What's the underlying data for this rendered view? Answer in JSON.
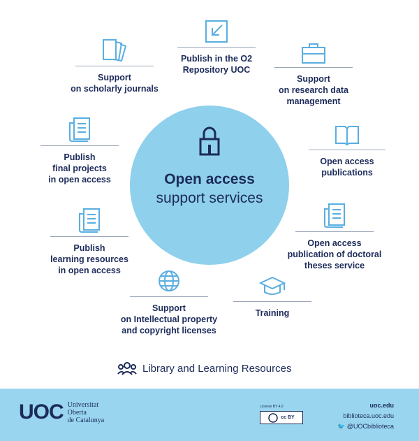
{
  "center": {
    "title": "Open access",
    "subtitle": "support services"
  },
  "services": {
    "publish_o2": "Publish in the O2\nRepository UOC",
    "research_data": "Support\non research data\nmanagement",
    "oa_publications": "Open access\npublications",
    "doctoral_theses": "Open access\npublication of doctoral\ntheses service",
    "training": "Training",
    "ip_licenses": "Support\non Intellectual property\nand copyright licenses",
    "learning_resources": "Publish\nlearning resources\nin open access",
    "final_projects": "Publish\nfinal projects\nin open access",
    "scholarly_journals": "Support\non scholarly journals"
  },
  "library_label": "Library and Learning Resources",
  "footer": {
    "logo_mark": "UOC",
    "logo_name": "Universitat\nOberta\nde Catalunya",
    "license_text": "License BY 4.0",
    "cc_badge": "cc BY",
    "site": "uoc.edu",
    "library_site": "biblioteca.uoc.edu",
    "twitter": "@UOCbiblioteca"
  },
  "colors": {
    "circle": "#8fd0ec",
    "footer": "#99d5ef",
    "icon": "#5aaee0",
    "text": "#1c2b5a"
  },
  "icons": [
    "arrow-in-box-icon",
    "briefcase-icon",
    "book-icon",
    "document-icon",
    "mortarboard-icon",
    "globe-icon",
    "document-icon",
    "document-icon",
    "journals-icon",
    "padlock-icon",
    "people-icon",
    "twitter-icon"
  ]
}
